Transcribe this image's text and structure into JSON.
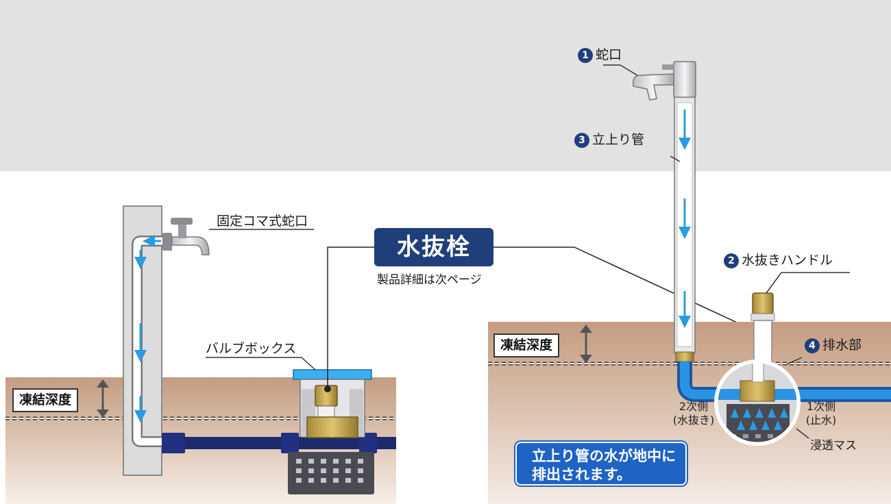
{
  "title": "水抜栓",
  "subtitle": "製品詳細は次ページ",
  "left_diagram": {
    "faucet_label": "固定コマ式蛇口",
    "valve_box_label": "バルブボックス",
    "frost_depth_label": "凍結深度"
  },
  "right_diagram": {
    "parts": [
      {
        "number": "1",
        "label": "蛇口"
      },
      {
        "number": "2",
        "label": "水抜きハンドル"
      },
      {
        "number": "3",
        "label": "立上り管"
      },
      {
        "number": "4",
        "label": "排水部"
      }
    ],
    "frost_depth_label": "凍結深度",
    "secondary_side": {
      "line1": "2次側",
      "line2": "(水抜き)"
    },
    "primary_side": {
      "line1": "1次側",
      "line2": "(止水)"
    },
    "infiltration_label": "浸透マス",
    "callout": {
      "line1": "立上り管の水が地中に",
      "line2": "排出されます。"
    }
  },
  "colors": {
    "sky": "#e2e2e2",
    "soil": "#c9a68b",
    "pipe_navy": "#1e2a6e",
    "pipe_blue": "#2a93e4",
    "badge_navy": "#1f3f7a",
    "callout_blue": "#1f63c4",
    "arrow_blue": "#2a9be0"
  }
}
